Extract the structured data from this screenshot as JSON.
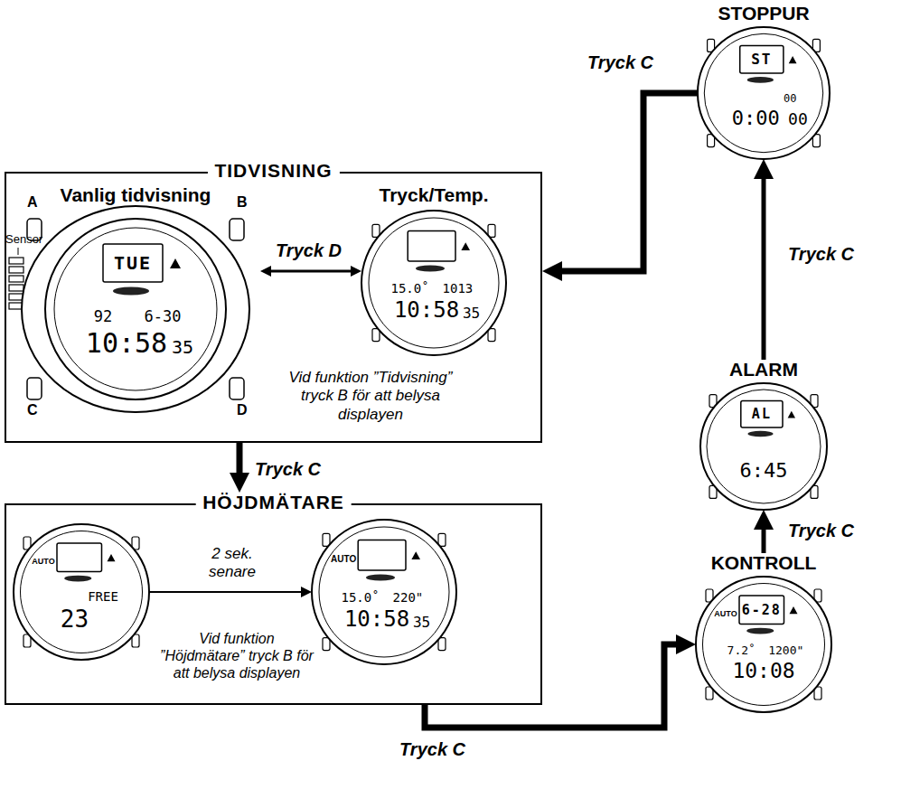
{
  "diagram": {
    "nodes": [
      {
        "text": [
          "TIDVISNING"
        ]
      },
      {
        "text": [
          "Vanlig tidvisning",
          "TUE",
          "92",
          "6-30",
          "10:58",
          "35"
        ],
        "in": 0
      },
      {
        "text": [
          "Tryck/Temp.",
          "15.0˚",
          "1013",
          "10:58",
          "35"
        ],
        "in": 0
      },
      {
        "text": [
          "HÖJDMÄTARE"
        ]
      },
      {
        "text": [
          "AUTO",
          "FREE",
          "23"
        ],
        "in": 3
      },
      {
        "text": [
          "AUTO",
          "15.0˚",
          "220\"",
          "10:58",
          "35"
        ],
        "in": 3
      },
      {
        "text": [
          "KONTROLL",
          "AUTO",
          "6-28",
          "7.2˚",
          "1200\"",
          "10:08"
        ]
      },
      {
        "text": [
          "ALARM",
          "AL",
          "6:45"
        ]
      },
      {
        "text": [
          "STOPPUR",
          "ST",
          "00",
          "0:00",
          "00"
        ]
      }
    ],
    "edges": [
      {
        "from": 1,
        "to": 2,
        "arrow": "both",
        "label": "Tryck D"
      },
      {
        "from": 4,
        "to": 5,
        "arrow": "to",
        "label": "2 sek. senare"
      },
      {
        "from": 0,
        "to": 3,
        "arrow": "to",
        "label": "Tryck C"
      },
      {
        "from": 3,
        "to": 6,
        "arrow": "to",
        "label": "Tryck C"
      },
      {
        "from": 6,
        "to": 7,
        "arrow": "to",
        "label": "Tryck C"
      },
      {
        "from": 7,
        "to": 8,
        "arrow": "to",
        "label": "Tryck C"
      },
      {
        "from": 8,
        "to": 0,
        "arrow": "to",
        "label": "Tryck C"
      }
    ],
    "labels": [
      "Sensor",
      "A",
      "B",
      "C",
      "D",
      "Vid funktion ”Tidvisning” tryck B för att belysa displayen",
      "Vid funktion ”Höjdmätare” tryck B för att belysa displayen"
    ]
  }
}
